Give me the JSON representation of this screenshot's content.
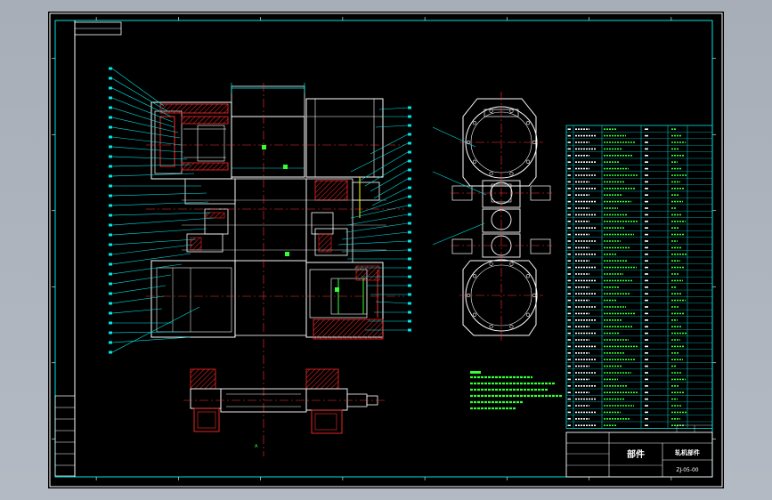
{
  "title_block": {
    "part_label": "部件",
    "drawing_name": "轧机部件",
    "drawing_code": "ZJ-05-00"
  },
  "section_label": "A",
  "colors": {
    "background": "#000000",
    "frame": "#ffffff",
    "outline": "#ffffff",
    "hatch": "#ff2a2a",
    "leader": "#00e5e5",
    "note_text": "#33ff33",
    "table_line": "#00e5e5",
    "table_text": "#33ff33",
    "center_line": "#ff3333",
    "accent": "#ffff00"
  }
}
